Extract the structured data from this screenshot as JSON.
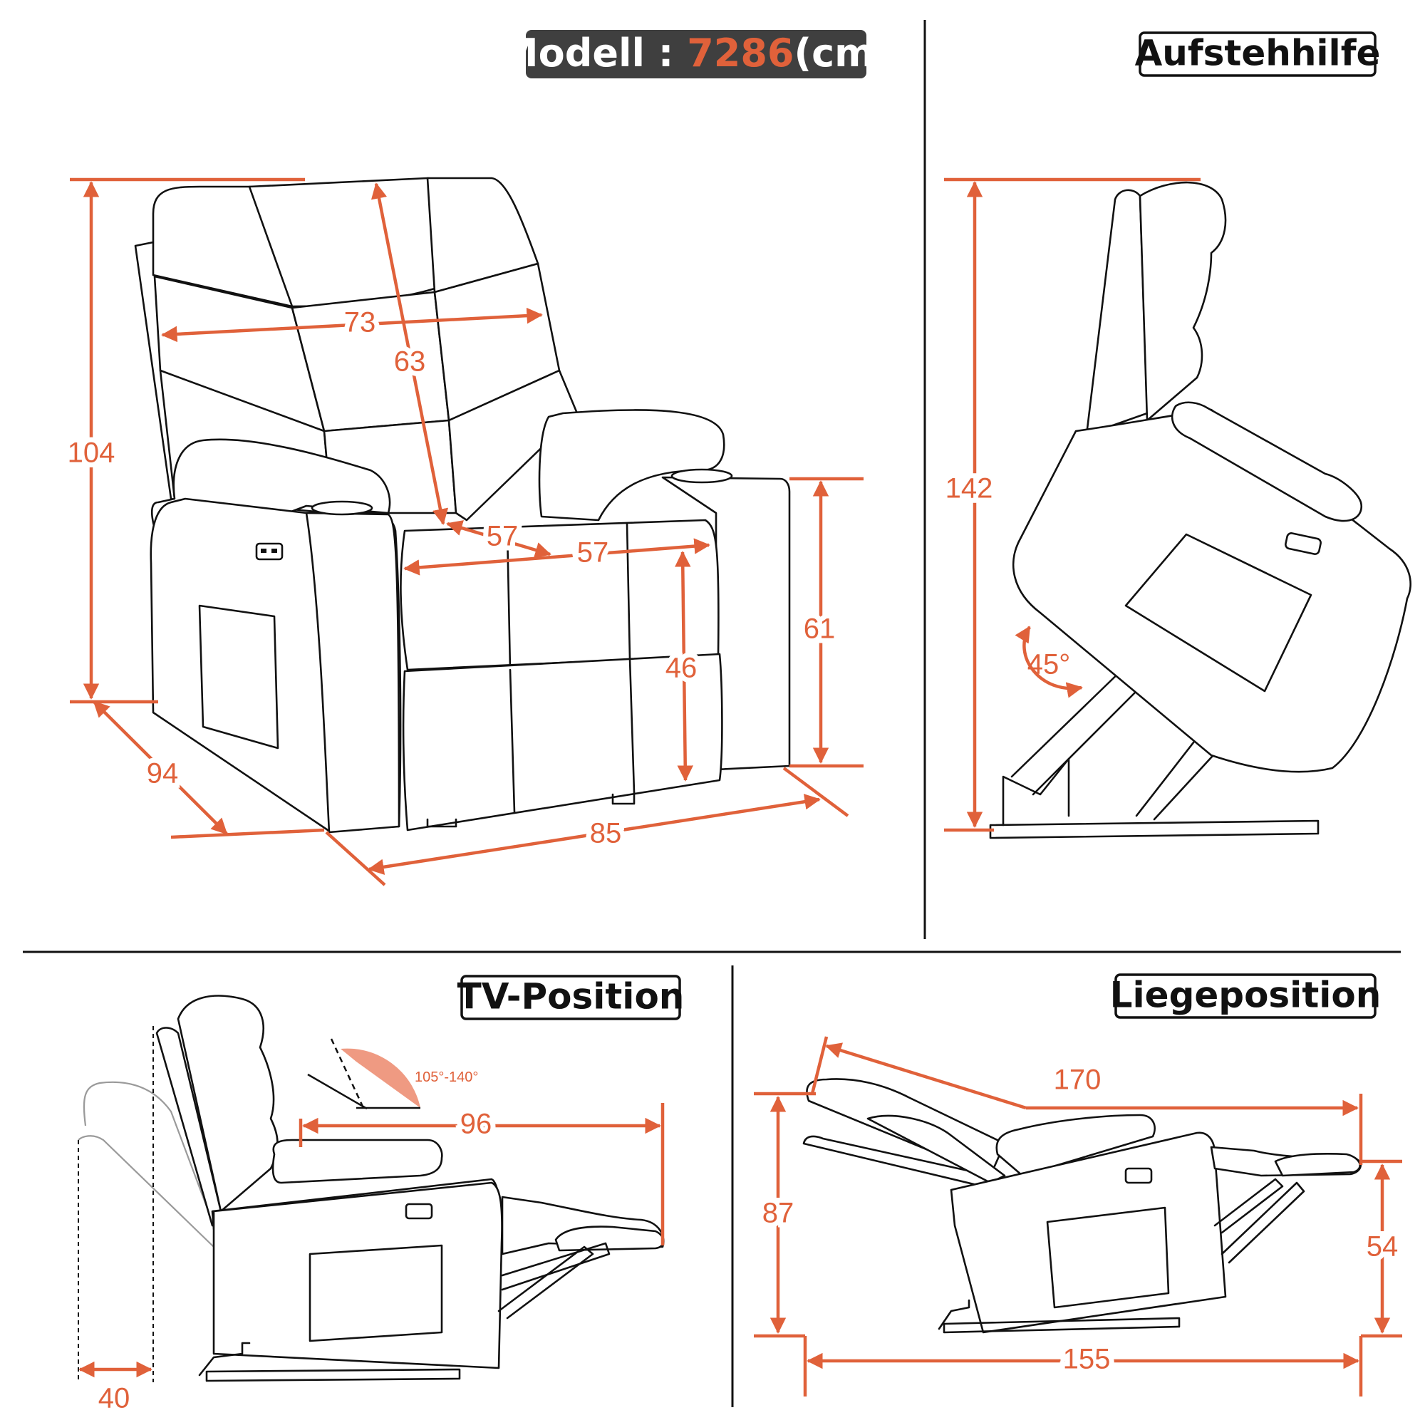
{
  "header": {
    "model_label": "Modell : ",
    "model_number": "7286",
    "model_unit": "(cm)"
  },
  "panels": {
    "lift": {
      "title": "Aufstehhilfe"
    },
    "tv": {
      "title": "TV-Position"
    },
    "lie": {
      "title": "Liegeposition"
    }
  },
  "dimensions": {
    "main": {
      "total_height": "104",
      "backrest_height": "63",
      "backrest_width": "73",
      "seat_depth": "57",
      "seat_width": "57",
      "seat_height": "46",
      "armrest_height": "61",
      "depth": "94",
      "width": "85"
    },
    "lift": {
      "height": "142",
      "tilt_angle": "45°"
    },
    "tv": {
      "length": "96",
      "wall_clearance": "40",
      "recline_angle": "105°-140°"
    },
    "lie": {
      "length": "170",
      "height": "87",
      "footrest_height": "54",
      "floor_length": "155"
    }
  },
  "colors": {
    "accent": "#e0613a",
    "model_badge": "#3f3f3f",
    "model_text": "#ffffff",
    "line": "#111111"
  }
}
